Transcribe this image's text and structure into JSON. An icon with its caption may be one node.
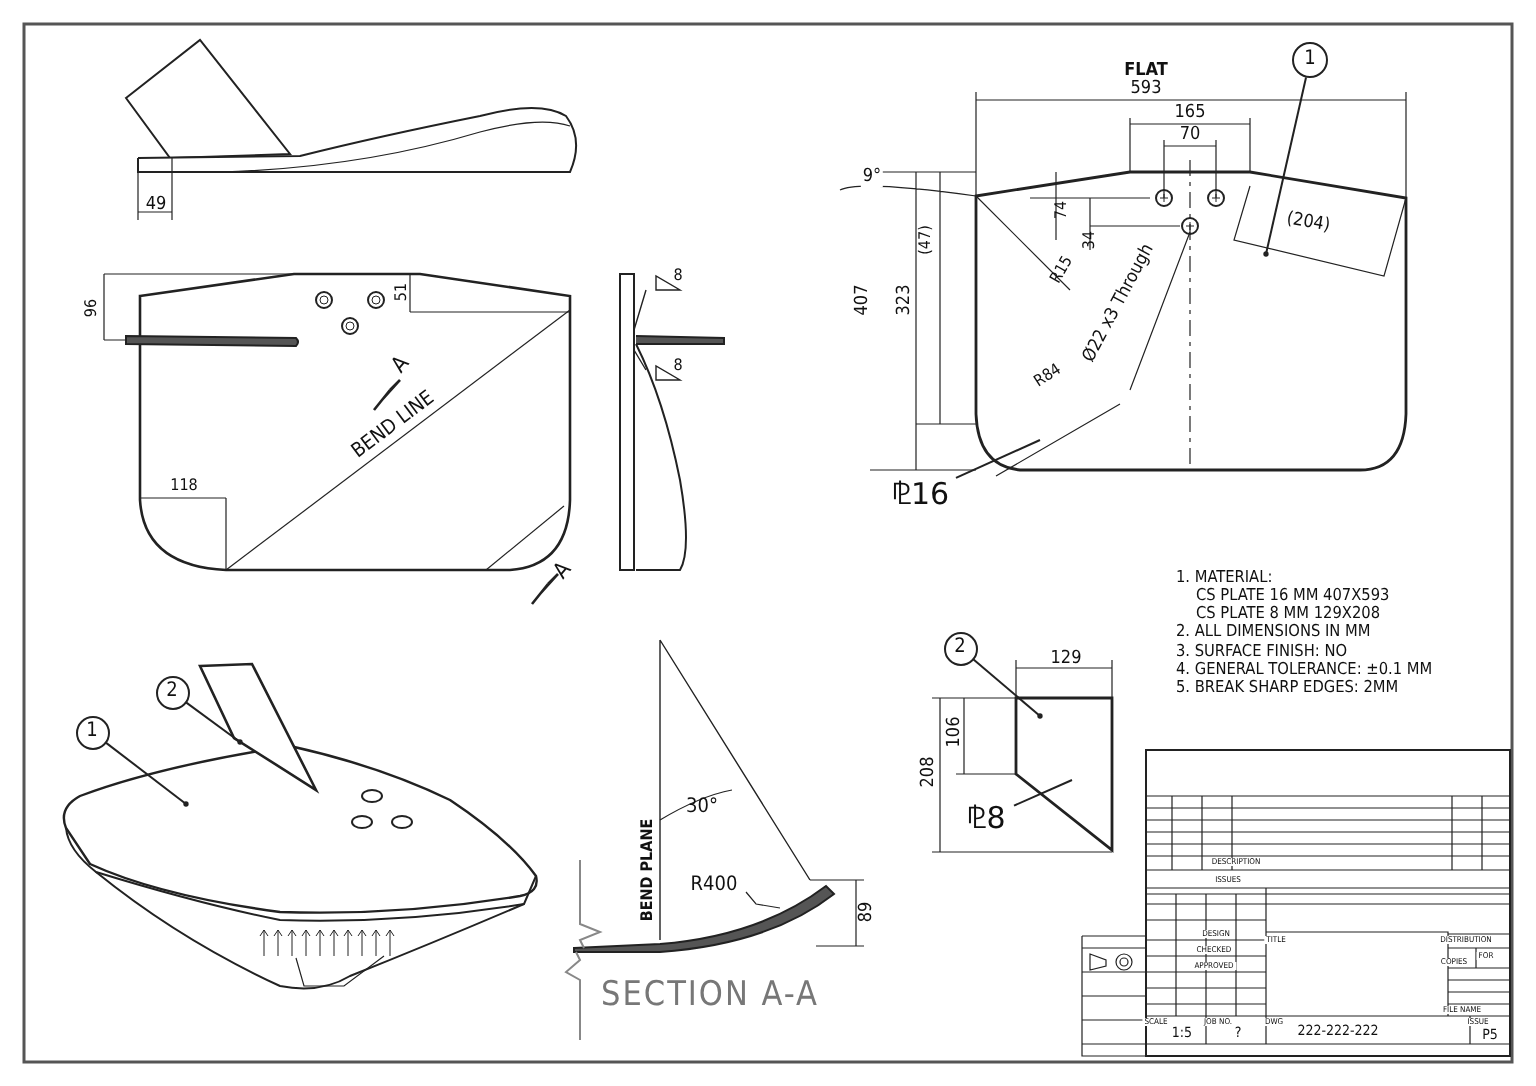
{
  "diagram": {
    "nodes": [
      {
        "text": [
          "1"
        ]
      },
      {
        "text": [
          "1"
        ]
      },
      {
        "text": [
          "2"
        ]
      },
      {
        "text": [
          "2"
        ]
      },
      {
        "text": [
          "⅊16"
        ]
      },
      {
        "text": [
          "⅊8"
        ]
      },
      {
        "text": [],
        "shape": "picture"
      },
      {
        "text": [],
        "shape": "picture"
      }
    ],
    "edges": [
      {
        "from": 0,
        "to": 6,
        "arrow": "other"
      },
      {
        "from": 1,
        "to": null,
        "arrow": "other"
      },
      {
        "from": 2,
        "to": null,
        "arrow": "other"
      },
      {
        "from": 3,
        "to": 7,
        "arrow": "other"
      },
      {
        "from": 4,
        "to": 6,
        "arrow": "none"
      },
      {
        "from": 5,
        "to": 7,
        "arrow": "none"
      }
    ],
    "labels": [
      "FLAT",
      "593",
      "165",
      "70",
      "9°",
      "74",
      "34",
      "(47)",
      "R15",
      "407",
      "323",
      "Ø22 x3 Through",
      "R84",
      "(204)",
      "49",
      "96",
      "51",
      "A",
      "BEND LINE",
      "118",
      "A",
      "8",
      "8",
      "30°",
      "BEND PLANE",
      "R400",
      "89",
      "SECTION A-A",
      "129",
      "106",
      "208",
      "1. MATERIAL:",
      "CS PLATE 16 MM 407X593",
      "CS PLATE 8 MM 129X208",
      "2. ALL DIMENSIONS IN MM",
      "3. SURFACE FINISH: NO",
      "4. GENERAL TOLERANCE: ±0.1 MM",
      "5. BREAK SHARP EDGES: 2MM",
      "DESCRIPTION",
      "ISSUES",
      "DESIGN",
      "CHECKED",
      "APPROVED",
      "TITLE",
      "DISTRIBUTION",
      "COPIES",
      "FOR",
      "FILE NAME",
      "SCALE",
      "1:5",
      "JOB NO.",
      "?",
      "DWG",
      "222-222-222",
      "ISSUE",
      "P5"
    ]
  }
}
